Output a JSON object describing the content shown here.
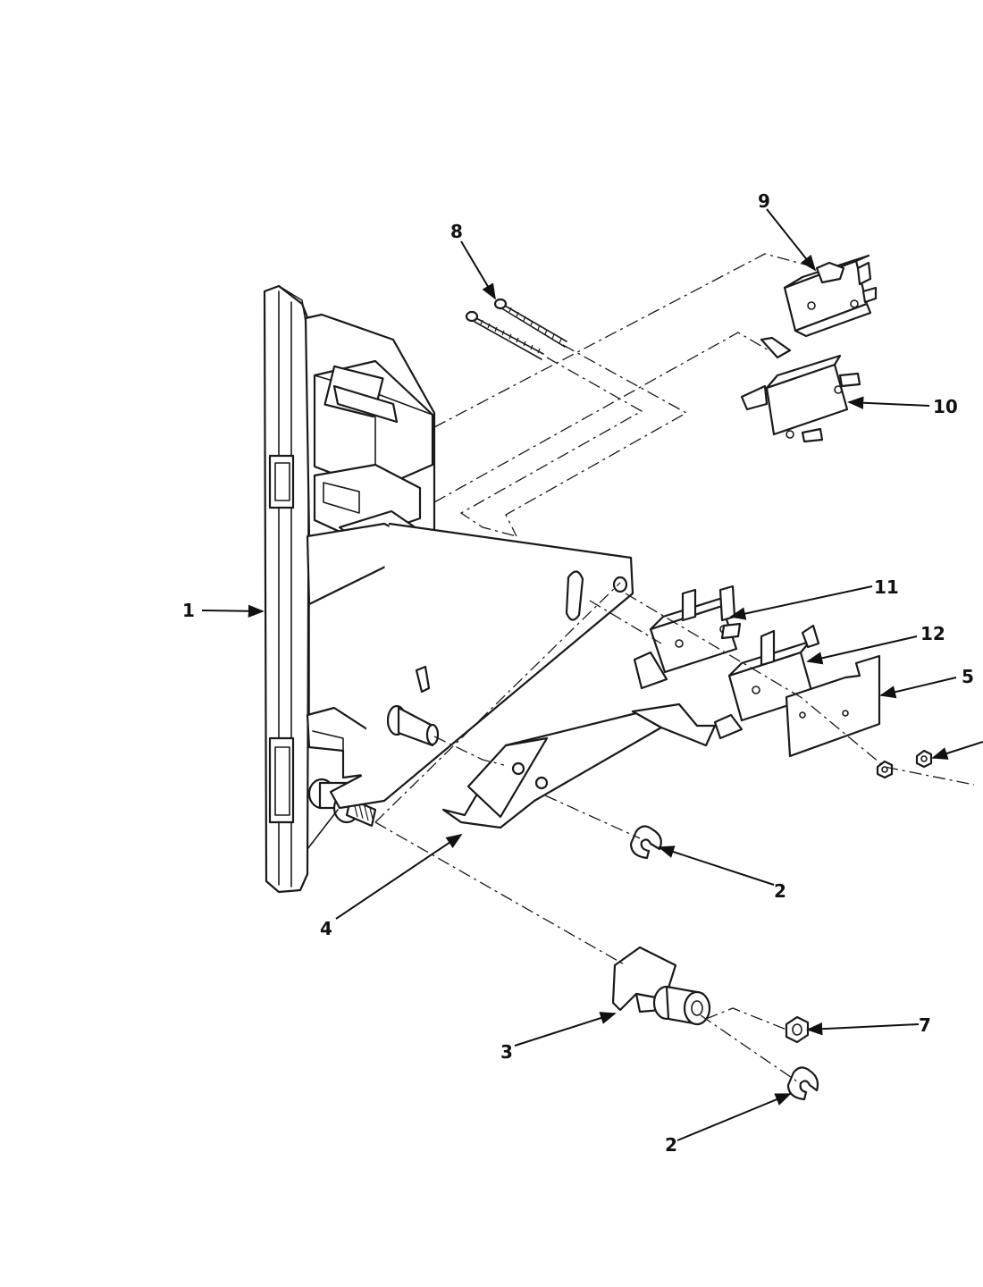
{
  "diagram": {
    "callouts": [
      {
        "id": "c1",
        "label": "1"
      },
      {
        "id": "c2a",
        "label": "2"
      },
      {
        "id": "c2b",
        "label": "2"
      },
      {
        "id": "c3",
        "label": "3"
      },
      {
        "id": "c4",
        "label": "4"
      },
      {
        "id": "c5",
        "label": "5"
      },
      {
        "id": "c7",
        "label": "7"
      },
      {
        "id": "c8",
        "label": "8"
      },
      {
        "id": "c9",
        "label": "9"
      },
      {
        "id": "c10",
        "label": "10"
      },
      {
        "id": "c11",
        "label": "11"
      },
      {
        "id": "c12",
        "label": "12"
      }
    ]
  }
}
